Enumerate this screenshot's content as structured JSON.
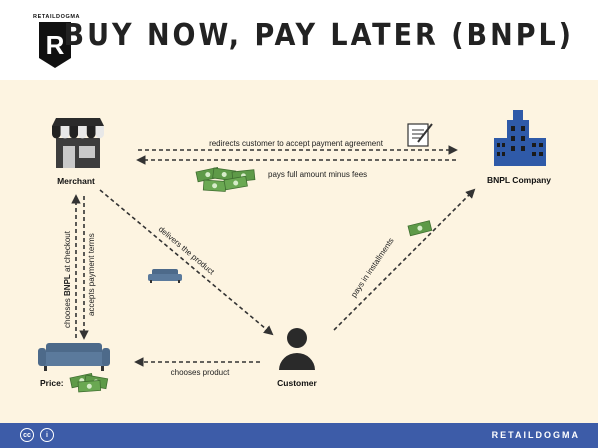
{
  "header": {
    "brand": "RETAILDOGMA",
    "logo_letter": "R",
    "title": "BUY NOW, PAY LATER (BNPL)"
  },
  "nodes": {
    "merchant": "Merchant",
    "bnpl_company": "BNPL Company",
    "customer": "Customer",
    "price": "Price:"
  },
  "flows": {
    "redirect": "redirects customer to accept payment agreement",
    "pays_full": "pays full amount minus fees",
    "delivers": "delivers the product",
    "installments": "pays in installments",
    "chooses_product": "chooses product",
    "chooses_bnpl_prefix": "chooses ",
    "chooses_bnpl_bold": "BNPL",
    "chooses_bnpl_suffix": " at checkout",
    "accepts_terms": "accepts payment terms"
  },
  "footer": {
    "brand": "RETAILDOGMA",
    "cc_label": "cc",
    "by_label": "i"
  },
  "colors": {
    "background": "#fdf4e1",
    "footer": "#3d5ca8",
    "building": "#2f5aa8",
    "money": "#5e9a48",
    "sofa": "#4d6a8a"
  }
}
